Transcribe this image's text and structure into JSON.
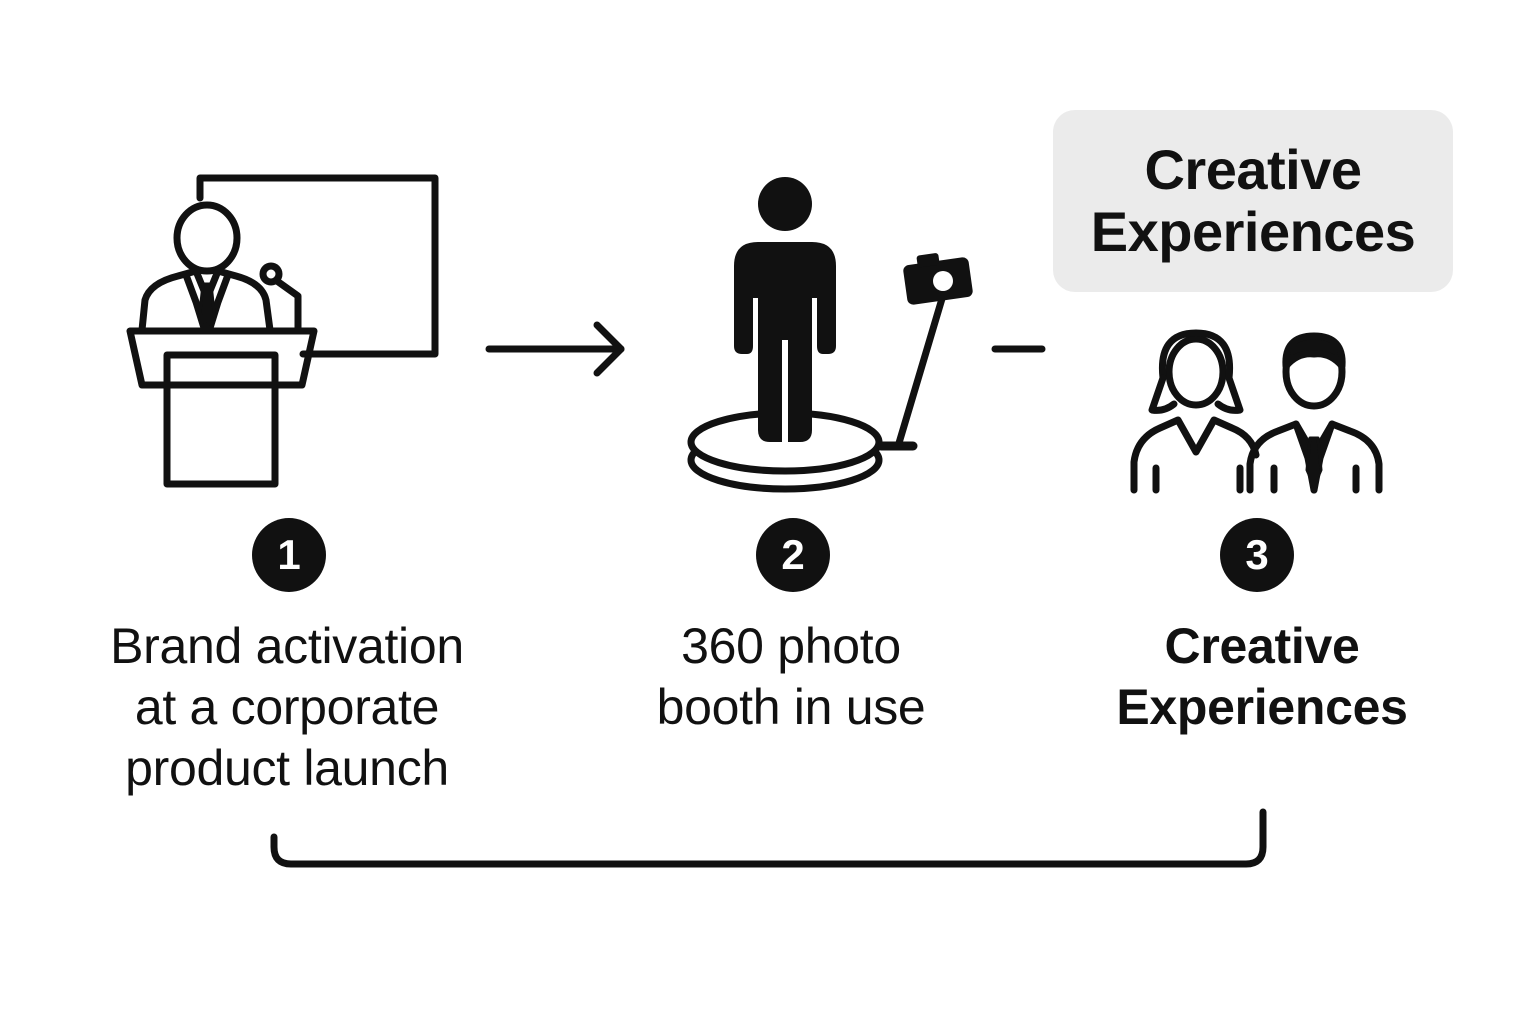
{
  "callout": {
    "text": "Creative\nExperiences"
  },
  "steps": [
    {
      "number": "1",
      "caption": "Brand activation\nat a corporate\nproduct launch",
      "icon": "presenter-at-podium-icon"
    },
    {
      "number": "2",
      "caption": "360 photo\nbooth in use",
      "icon": "person-on-360-platform-icon"
    },
    {
      "number": "3",
      "caption": "Creative\nExperiences",
      "icon": "two-people-icon"
    }
  ],
  "colors": {
    "ink": "#111111",
    "callout_bg": "#ebebeb",
    "background": "#ffffff"
  }
}
